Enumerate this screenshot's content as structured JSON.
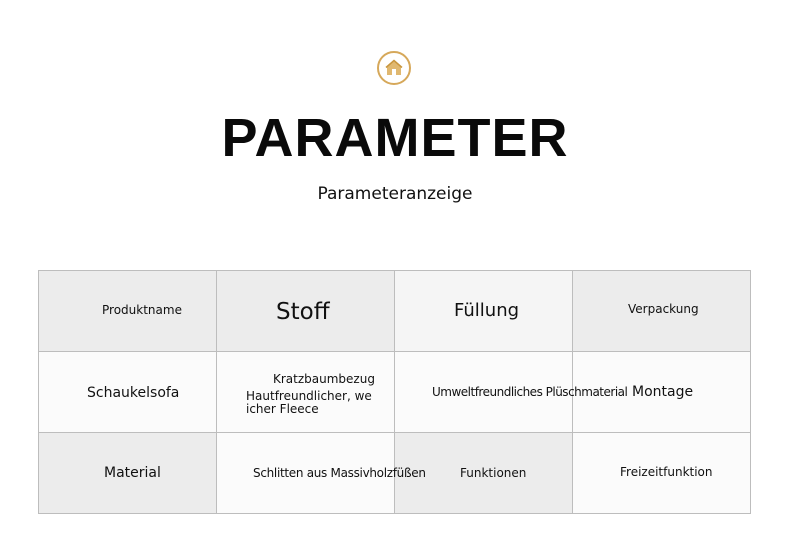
{
  "header": {
    "logo_icon": "house-icon",
    "title": "PARAMETER",
    "subtitle": "Parameteranzeige",
    "accent_color": "#d6a85a"
  },
  "table": {
    "rows": [
      [
        "Produktname",
        "Stoff",
        "Füllung",
        "Verpackung"
      ],
      [
        "Schaukelsofa",
        "Kratzbaumbezug",
        "Umweltfreundliches Plüschmaterial",
        "Montage"
      ],
      [
        "Material",
        "Schlitten aus Massivholzfüßen",
        "Funktionen",
        "Freizeitfunktion"
      ]
    ],
    "extra_text": [
      "Hautfreundlicher, we",
      "icher Fleece"
    ]
  }
}
